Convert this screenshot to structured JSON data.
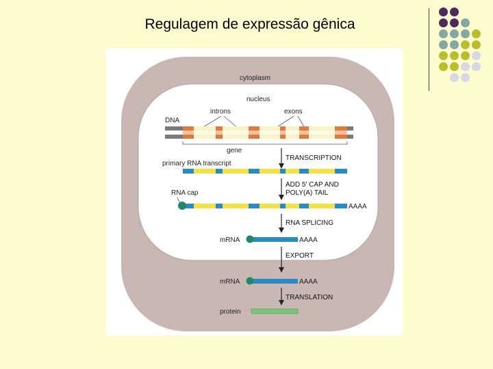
{
  "slide": {
    "title": "Regulagem de expressão gênica"
  },
  "decor": {
    "colors": {
      "purple": "#4b2a5e",
      "teal": "#86a6a0",
      "olive": "#b9bf2c",
      "lightgray": "#d8d8e6"
    }
  },
  "diagram": {
    "cytoplasm_label": "cytoplasm",
    "nucleus_label": "nucleus",
    "introns_label": "introns",
    "exons_label": "exons",
    "dna_label": "DNA",
    "gene_label": "gene",
    "primary_transcript_label": "primary RNA transcript",
    "rna_cap_label": "RNA cap",
    "mrna_label_1": "mRNA",
    "mrna_label_2": "mRNA",
    "protein_label": "protein",
    "polya_1": "AAAA",
    "polya_2": "AAAA",
    "polya_3": "AAAA",
    "steps": {
      "transcription": "TRANSCRIPTION",
      "cap_tail_line1": "ADD 5' CAP AND",
      "cap_tail_line2": "POLY(A) TAIL",
      "splicing": "RNA SPLICING",
      "export": "EXPORT",
      "translation": "TRANSLATION"
    },
    "colors": {
      "cytoplasm": "#c9b7b3",
      "nucleus": "#ffffff",
      "dna_strand": "#7a7a7a",
      "exon": "#e07a3a",
      "intron": "#fbf3c8",
      "rna_blue": "#2a8ac4",
      "rna_yellow": "#f1e24a",
      "cap": "#1f8a6a",
      "protein": "#7cc47a"
    }
  }
}
